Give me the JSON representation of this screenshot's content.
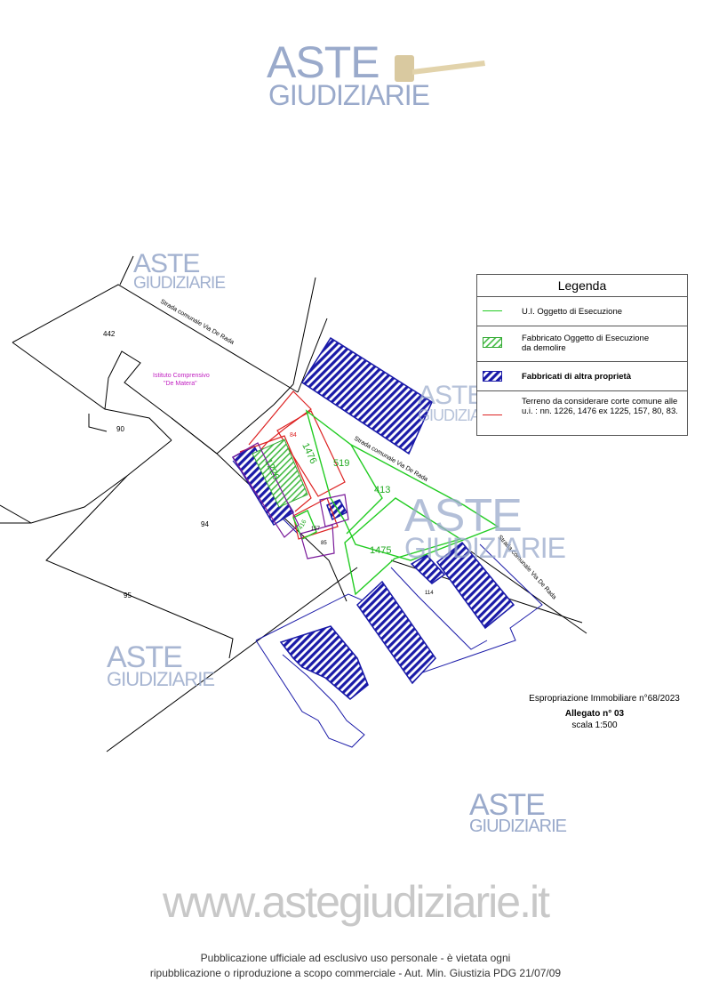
{
  "watermark": {
    "line1": "ASTE",
    "line2": "GIUDIZIARIE"
  },
  "map_labels": {
    "road_upper": "Strada comunale Via De Rada",
    "road_mid": "Strada comunale Via De Rada",
    "road_right": "Strada comunale Via De Rada",
    "school_line1": "Istituto Comprensivo",
    "school_line2": "\"De Matera\"",
    "parcel_442": "442",
    "parcel_90": "90",
    "parcel_94": "94",
    "parcel_95": "95",
    "parcel_1226": "1226",
    "parcel_1476": "1476",
    "parcel_519": "519",
    "parcel_413": "413",
    "parcel_1475": "1475",
    "parcel_84": "84",
    "parcel_85": "85",
    "parcel_114": "114",
    "parcel_416": "416",
    "parcel_157": "157"
  },
  "legend": {
    "title": "Legenda",
    "items": [
      {
        "text": "U.I. Oggetto di Esecuzione",
        "symbol": "green-line",
        "color": "#22cc22"
      },
      {
        "text": "Fabbricato Oggetto di Esecuzione da demolire",
        "symbol": "green-hatch",
        "color": "#22cc22"
      },
      {
        "text": "Fabbricati di altra proprietà",
        "symbol": "blue-hatch",
        "color": "#1a1aa8"
      },
      {
        "text": "Terreno da considerare corte comune alle u.i. : nn. 1226, 1476 ex 1225, 157, 80, 83.",
        "symbol": "red-line",
        "color": "#dd2222"
      }
    ]
  },
  "caption": {
    "line1": "Espropriazione Immobiliare n°68/2023",
    "line2": "Allegato n° 03",
    "line3": "scala 1:500"
  },
  "footer": {
    "url": "www.astegiudiziarie.it",
    "note1": "Pubblicazione ufficiale ad esclusivo uso personale - è vietata ogni",
    "note2": "ripubblicazione o riproduzione a scopo commerciale - Aut. Min. Giustizia PDG 21/07/09"
  }
}
